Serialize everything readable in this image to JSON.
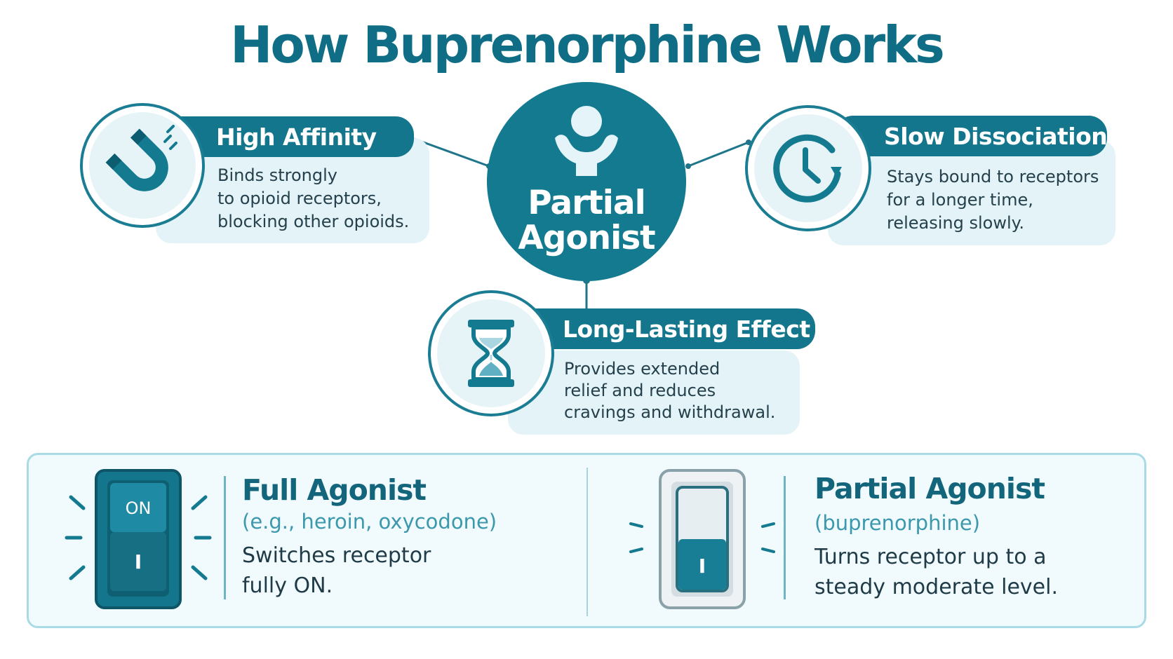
{
  "title": "How Buprenorphine Works",
  "center": {
    "label_line1": "Partial",
    "label_line2": "Agonist",
    "icon": "person-icon"
  },
  "features": {
    "high_affinity": {
      "title": "High Affinity",
      "lines": [
        "Binds strongly",
        "to opioid receptors,",
        "blocking other opioids."
      ],
      "icon": "magnet-icon"
    },
    "slow_dissociation": {
      "title": "Slow Dissociation",
      "lines": [
        "Stays bound to receptors",
        "for a longer time,",
        "releasing slowly."
      ],
      "icon": "clock-icon"
    },
    "long_lasting": {
      "title": "Long-Lasting Effect",
      "lines": [
        "Provides extended",
        "relief and reduces",
        "cravings and withdrawal."
      ],
      "icon": "hourglass-icon"
    }
  },
  "comparison": {
    "full": {
      "heading": "Full Agonist",
      "examples": "(e.g., heroin, oxycodone)",
      "lines": [
        "Switches receptor",
        "fully ON."
      ],
      "switch_on_label": "ON",
      "switch_mark": "I",
      "icon": "full-switch-icon"
    },
    "partial": {
      "heading": "Partial Agonist",
      "examples": "(buprenorphine)",
      "lines": [
        "Turns receptor up to a",
        "steady moderate level."
      ],
      "switch_mark": "I",
      "level": 0.5,
      "icon": "partial-switch-icon"
    }
  },
  "colors": {
    "primary": "#137a90",
    "title": "#0f6e85",
    "box_fill": "#e4f3f7",
    "accent_text": "#3c98ad"
  }
}
